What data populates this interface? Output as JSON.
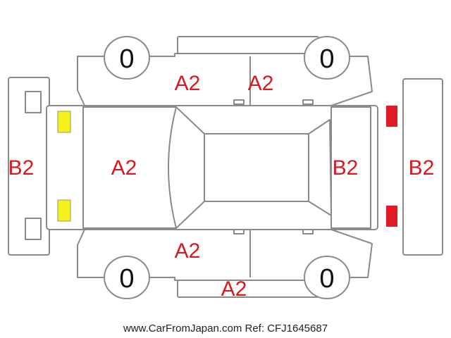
{
  "codes": {
    "roof_front_left": "A2",
    "roof_front_right": "A2",
    "hood": "A2",
    "front_bumper": "B2",
    "back_door": "B2",
    "rear_bumper": "B2",
    "lower_front_door": "A2",
    "rocker_panel": "A2"
  },
  "wheels": {
    "top_left": "0",
    "top_right": "0",
    "bottom_left": "0",
    "bottom_right": "0"
  },
  "marker_colors": {
    "front": "#f5ef1a",
    "rear": "#e01b24"
  },
  "footer": "www.CarFromJapan.com Ref: CFJ1645687"
}
